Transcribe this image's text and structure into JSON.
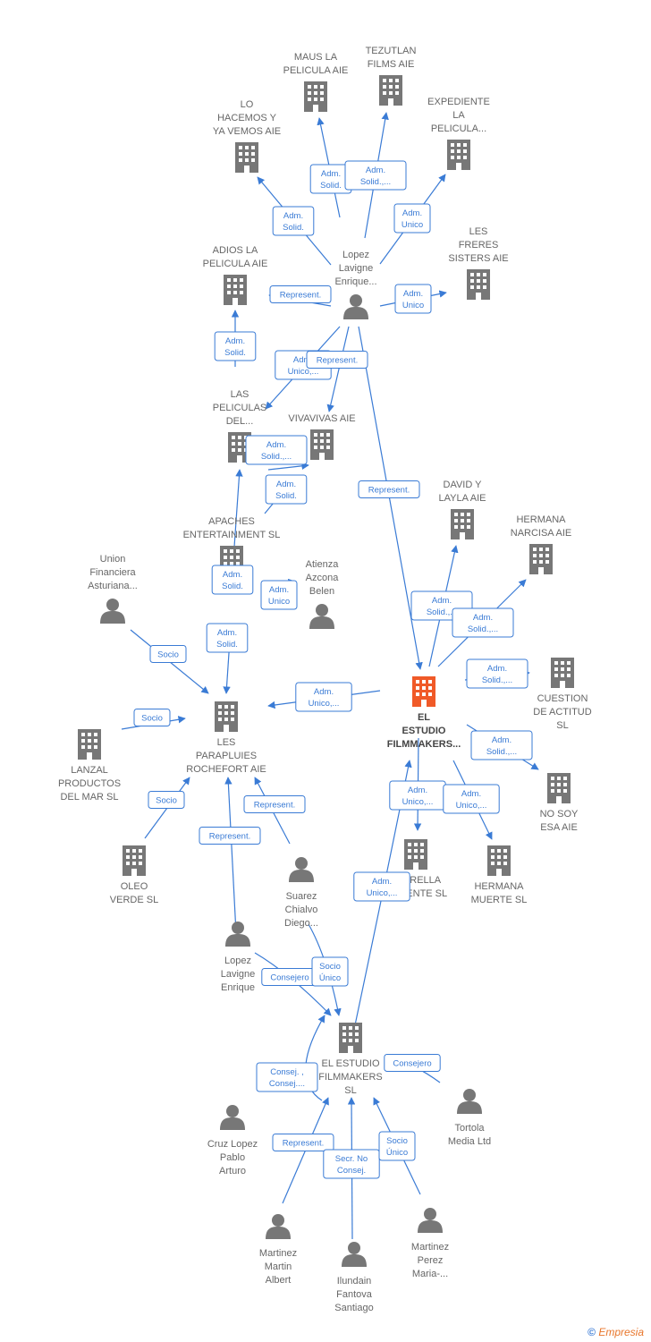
{
  "nodes": [
    {
      "id": "maus",
      "type": "company",
      "label": [
        "MAUS LA",
        "PELICULA  AIE"
      ]
    },
    {
      "id": "tezutlan",
      "type": "company",
      "label": [
        "TEZUTLAN",
        "FILMS  AIE"
      ]
    },
    {
      "id": "lohacemos",
      "type": "company",
      "label": [
        "LO",
        "HACEMOS Y",
        "YA VEMOS AIE"
      ]
    },
    {
      "id": "expediente",
      "type": "company",
      "label": [
        "EXPEDIENTE",
        "LA",
        "PELICULA..."
      ]
    },
    {
      "id": "lesfreres",
      "type": "company",
      "label": [
        "LES",
        "FRERES",
        "SISTERS AIE"
      ]
    },
    {
      "id": "adios",
      "type": "company",
      "label": [
        "ADIOS LA",
        "PELICULA AIE"
      ]
    },
    {
      "id": "lopez1",
      "type": "person",
      "label": [
        "Lopez",
        "Lavigne",
        "Enrique..."
      ]
    },
    {
      "id": "laspeliculas",
      "type": "company",
      "label": [
        "LAS",
        "PELICULAS",
        "DEL..."
      ]
    },
    {
      "id": "vivavivas",
      "type": "company",
      "label": [
        "VIVAVIVAS AIE"
      ]
    },
    {
      "id": "apaches",
      "type": "company",
      "label": [
        "APACHES",
        "ENTERTAINMENT SL"
      ]
    },
    {
      "id": "davidlayla",
      "type": "company",
      "label": [
        "DAVID Y",
        "LAYLA AIE"
      ]
    },
    {
      "id": "hermananarcisa",
      "type": "company",
      "label": [
        "HERMANA",
        "NARCISA AIE"
      ]
    },
    {
      "id": "union",
      "type": "person",
      "label": [
        "Union",
        "Financiera",
        "Asturiana..."
      ]
    },
    {
      "id": "atienza",
      "type": "person",
      "label": [
        "Atienza",
        "Azcona",
        "Belen"
      ]
    },
    {
      "id": "main",
      "type": "company-main",
      "label": [
        "EL",
        "ESTUDIO",
        "FILMMAKERS..."
      ]
    },
    {
      "id": "cuestion",
      "type": "company",
      "label": [
        "CUESTION",
        "DE ACTITUD",
        "SL"
      ]
    },
    {
      "id": "paraplu",
      "type": "company",
      "label": [
        "LES",
        "PARAPLUIES",
        "ROCHEFORT AIE"
      ]
    },
    {
      "id": "lanzal",
      "type": "company",
      "label": [
        "LANZAL",
        "PRODUCTOS",
        "DEL MAR SL"
      ]
    },
    {
      "id": "nosoy",
      "type": "company",
      "label": [
        "NO SOY",
        "ESA AIE"
      ]
    },
    {
      "id": "oleo",
      "type": "company",
      "label": [
        "OLEO",
        "VERDE SL"
      ]
    },
    {
      "id": "estrella",
      "type": "company",
      "label": [
        "ESTRELLA",
        "DEMENTE  SL"
      ]
    },
    {
      "id": "hermanamuerte",
      "type": "company",
      "label": [
        "HERMANA",
        "MUERTE  SL"
      ]
    },
    {
      "id": "suarez",
      "type": "person",
      "label": [
        "Suarez",
        "Chialvo",
        "Diego..."
      ]
    },
    {
      "id": "lopez2",
      "type": "person",
      "label": [
        "Lopez",
        "Lavigne",
        "Enrique"
      ]
    },
    {
      "id": "elestudiosl",
      "type": "company",
      "label": [
        "EL ESTUDIO",
        "FILMMAKERS",
        "SL"
      ]
    },
    {
      "id": "tortola",
      "type": "person",
      "label": [
        "Tortola",
        "Media Ltd"
      ]
    },
    {
      "id": "cruzlopez",
      "type": "person",
      "label": [
        "Cruz Lopez",
        "Pablo",
        "Arturo"
      ]
    },
    {
      "id": "martinez",
      "type": "person",
      "label": [
        "Martinez",
        "Martin",
        "Albert"
      ]
    },
    {
      "id": "ilundain",
      "type": "person",
      "label": [
        "Ilundain",
        "Fantova",
        "Santiago"
      ]
    },
    {
      "id": "martinezperez",
      "type": "person",
      "label": [
        "Martinez",
        "Perez",
        "Maria-..."
      ]
    }
  ],
  "relations": [
    {
      "label": [
        "Adm.",
        "Solid."
      ]
    },
    {
      "label": [
        "Adm.",
        "Solid.,..."
      ]
    },
    {
      "label": [
        "Adm.",
        "Solid."
      ]
    },
    {
      "label": [
        "Adm.",
        "Unico"
      ]
    },
    {
      "label": [
        "Adm.",
        "Unico"
      ]
    },
    {
      "label": [
        "Represent."
      ]
    },
    {
      "label": [
        "Adm.",
        "Solid."
      ]
    },
    {
      "label": [
        "Adm.",
        "Unico,..."
      ]
    },
    {
      "label": [
        "Represent."
      ]
    },
    {
      "label": [
        "Represent."
      ]
    },
    {
      "label": [
        "Adm.",
        "Solid.,..."
      ]
    },
    {
      "label": [
        "Adm.",
        "Solid."
      ]
    },
    {
      "label": [
        "Adm.",
        "Solid."
      ]
    },
    {
      "label": [
        "Adm.",
        "Unico"
      ]
    },
    {
      "label": [
        "Adm.",
        "Solid."
      ]
    },
    {
      "label": [
        "Socio"
      ]
    },
    {
      "label": [
        "Adm.",
        "Solid.,..."
      ]
    },
    {
      "label": [
        "Adm.",
        "Solid.,..."
      ]
    },
    {
      "label": [
        "Adm.",
        "Solid.,..."
      ]
    },
    {
      "label": [
        "Adm.",
        "Unico,..."
      ]
    },
    {
      "label": [
        "Socio"
      ]
    },
    {
      "label": [
        "Adm.",
        "Solid.,..."
      ]
    },
    {
      "label": [
        "Adm.",
        "Unico,..."
      ]
    },
    {
      "label": [
        "Adm.",
        "Unico,..."
      ]
    },
    {
      "label": [
        "Socio"
      ]
    },
    {
      "label": [
        "Represent."
      ]
    },
    {
      "label": [
        "Represent."
      ]
    },
    {
      "label": [
        "Adm.",
        "Unico,..."
      ]
    },
    {
      "label": [
        "Consejero"
      ]
    },
    {
      "label": [
        "Socio",
        "Único"
      ]
    },
    {
      "label": [
        "Consej. ,",
        "Consej...."
      ]
    },
    {
      "label": [
        "Consejero"
      ]
    },
    {
      "label": [
        "Represent."
      ]
    },
    {
      "label": [
        "Secr.  No",
        "Consej."
      ]
    },
    {
      "label": [
        "Socio",
        "Único"
      ]
    }
  ],
  "colors": {
    "edge": "#3a7bd5",
    "company": "#777777",
    "main": "#f05a28",
    "person": "#777777",
    "label_border": "#3a7bd5"
  },
  "footer": {
    "copyright": "©",
    "brand": "Empresia"
  }
}
